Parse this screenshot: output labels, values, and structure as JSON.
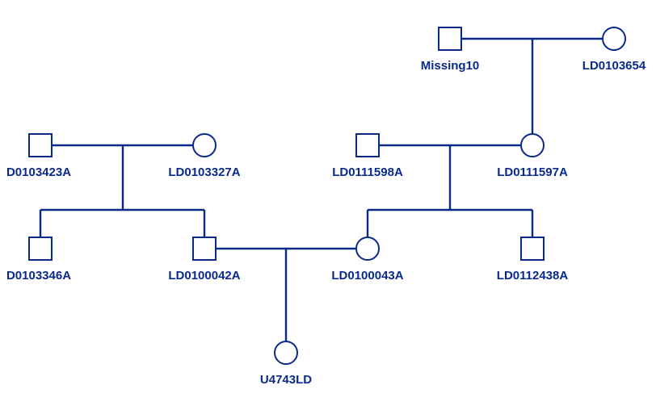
{
  "individuals": [
    {
      "id": "missing10",
      "label": "Missing10",
      "sex": "male"
    },
    {
      "id": "ld0103654",
      "label": "LD0103654",
      "sex": "female"
    },
    {
      "id": "ld0103423a",
      "label": "D0103423A",
      "sex": "male"
    },
    {
      "id": "ld0103327a",
      "label": "LD0103327A",
      "sex": "female"
    },
    {
      "id": "ld0111598a",
      "label": "LD0111598A",
      "sex": "male"
    },
    {
      "id": "ld0111597a",
      "label": "LD0111597A",
      "sex": "female"
    },
    {
      "id": "ld0103346a",
      "label": "D0103346A",
      "sex": "male"
    },
    {
      "id": "ld0100042a",
      "label": "LD0100042A",
      "sex": "male"
    },
    {
      "id": "ld0100043a",
      "label": "LD0100043A",
      "sex": "female"
    },
    {
      "id": "ld0112438a",
      "label": "LD0112438A",
      "sex": "male"
    },
    {
      "id": "u4743ld",
      "label": "U4743LD",
      "sex": "female"
    }
  ],
  "unions": [
    {
      "id": "union-missing10-ld0103654",
      "partners": [
        "missing10",
        "ld0103654"
      ],
      "children": [
        "ld0111597a"
      ]
    },
    {
      "id": "union-ld0103423a-ld0103327a",
      "partners": [
        "ld0103423a",
        "ld0103327a"
      ],
      "children": [
        "ld0103346a",
        "ld0100042a"
      ]
    },
    {
      "id": "union-ld0111598a-ld0111597a",
      "partners": [
        "ld0111598a",
        "ld0111597a"
      ],
      "children": [
        "ld0100043a",
        "ld0112438a"
      ]
    },
    {
      "id": "union-ld0100042a-ld0100043a",
      "partners": [
        "ld0100042a",
        "ld0100043a"
      ],
      "children": [
        "u4743ld"
      ]
    }
  ],
  "colors": {
    "line": "#0a2a8a",
    "symbol_fill": "#ffffff",
    "label": "#0a2a8a",
    "background": "#ffffff"
  }
}
